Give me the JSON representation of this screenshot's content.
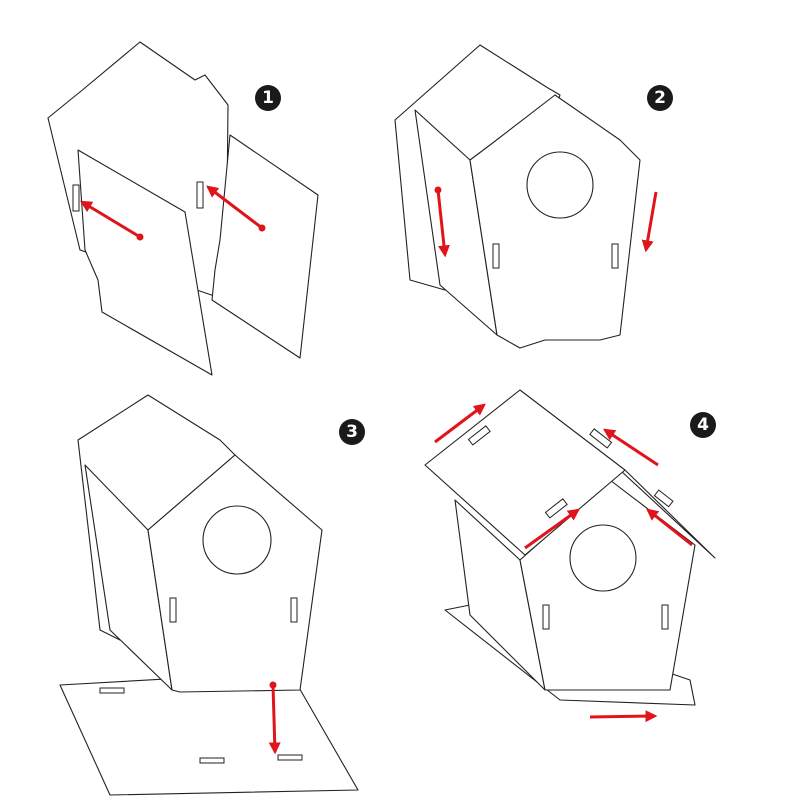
{
  "steps": [
    {
      "number": "1"
    },
    {
      "number": "2"
    },
    {
      "number": "3"
    },
    {
      "number": "4"
    }
  ],
  "colors": {
    "arrow": "#e0141b",
    "badge": "#1a1a1a",
    "line": "#222222"
  }
}
